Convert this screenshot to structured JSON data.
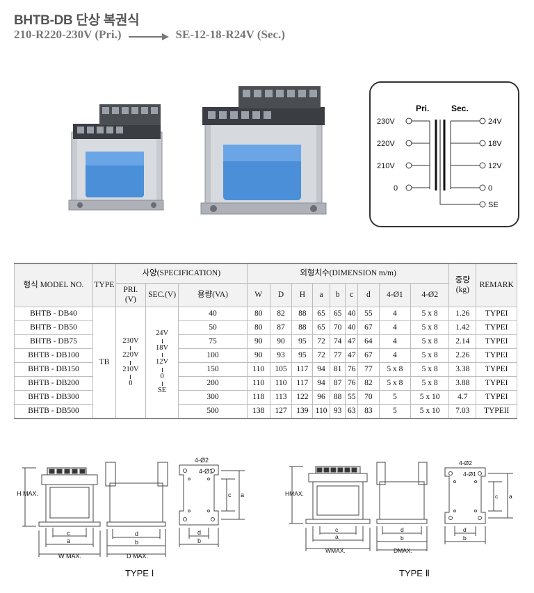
{
  "header": {
    "title": "BHTB-DB 단상 복권식",
    "primary": "210-R220-230V (Pri.)",
    "secondary": "SE-12-18-R24V (Sec.)"
  },
  "schematic": {
    "pri_label": "Pri.",
    "sec_label": "Sec.",
    "primary_taps": [
      "230V",
      "220V",
      "210V",
      "0"
    ],
    "secondary_taps": [
      "24V",
      "18V",
      "12V",
      "0",
      "SE"
    ]
  },
  "table": {
    "headers": {
      "model": "형식 MODEL NO.",
      "type": "TYPE",
      "spec": "사양(SPECIFICATION)",
      "dimension": "외형치수(DIMENSION m/m)",
      "weight": "중량\n(kg)",
      "remark": "REMARK",
      "pri": "PRI.\n(V)",
      "sec": "SEC.(V)",
      "capacity": "용량(VA)",
      "w": "W",
      "d_cap": "D",
      "h": "H",
      "a": "a",
      "b": "b",
      "c": "c",
      "d": "d",
      "phi1": "4-Ø1",
      "phi2": "4-Ø2"
    },
    "type_value": "TB",
    "pri_values": [
      "230V",
      "220V",
      "210V",
      "0"
    ],
    "sec_values": [
      "24V",
      "18V",
      "12V",
      "0",
      "SE"
    ],
    "rows": [
      {
        "model": "BHTB - DB40",
        "va": "40",
        "W": "80",
        "D": "82",
        "H": "88",
        "a": "65",
        "b": "65",
        "c": "40",
        "d": "55",
        "p1": "4",
        "p2": "5 x 8",
        "kg": "1.26",
        "remark": "TYPEI"
      },
      {
        "model": "BHTB - DB50",
        "va": "50",
        "W": "80",
        "D": "87",
        "H": "88",
        "a": "65",
        "b": "70",
        "c": "40",
        "d": "67",
        "p1": "4",
        "p2": "5 x 8",
        "kg": "1.42",
        "remark": "TYPEI"
      },
      {
        "model": "BHTB - DB75",
        "va": "75",
        "W": "90",
        "D": "90",
        "H": "95",
        "a": "72",
        "b": "74",
        "c": "47",
        "d": "64",
        "p1": "4",
        "p2": "5 x 8",
        "kg": "2.14",
        "remark": "TYPEI"
      },
      {
        "model": "BHTB - DB100",
        "va": "100",
        "W": "90",
        "D": "93",
        "H": "95",
        "a": "72",
        "b": "77",
        "c": "47",
        "d": "67",
        "p1": "4",
        "p2": "5 x 8",
        "kg": "2.26",
        "remark": "TYPEI"
      },
      {
        "model": "BHTB - DB150",
        "va": "150",
        "W": "110",
        "D": "105",
        "H": "117",
        "a": "94",
        "b": "81",
        "c": "76",
        "d": "77",
        "p1": "5 x 8",
        "p2": "5 x 8",
        "kg": "3.38",
        "remark": "TYPEI"
      },
      {
        "model": "BHTB - DB200",
        "va": "200",
        "W": "110",
        "D": "110",
        "H": "117",
        "a": "94",
        "b": "87",
        "c": "76",
        "d": "82",
        "p1": "5 x 8",
        "p2": "5 x 8",
        "kg": "3.88",
        "remark": "TYPEI"
      },
      {
        "model": "BHTB - DB300",
        "va": "300",
        "W": "118",
        "D": "113",
        "H": "122",
        "a": "96",
        "b": "88",
        "c": "55",
        "d": "70",
        "p1": "5",
        "p2": "5 x 10",
        "kg": "4.7",
        "remark": "TYPEI"
      },
      {
        "model": "BHTB - DB500",
        "va": "500",
        "W": "138",
        "D": "127",
        "H": "139",
        "a": "110",
        "b": "93",
        "c": "63",
        "d": "83",
        "p1": "5",
        "p2": "5 x 10",
        "kg": "7.03",
        "remark": "TYPEII"
      }
    ]
  },
  "drawings": {
    "type1": {
      "label": "TYPE  Ⅰ",
      "h_max": "H MAX.",
      "w_max": "W MAX.",
      "d_max": "D MAX.",
      "c": "c",
      "a": "a",
      "b": "b",
      "d": "d",
      "phi2": "4-Ø2",
      "phi1": "4-Ø1"
    },
    "type2": {
      "label": "TYPE  Ⅱ",
      "h_max": "HMAX.",
      "w_max": "WMAX.",
      "d_max": "DMAX.",
      "c": "c",
      "a": "a",
      "b": "b",
      "d": "d",
      "phi2": "4-Ø2",
      "phi1": "4-Ø1"
    }
  },
  "colors": {
    "coil_blue": "#4a8fd8",
    "frame_gray": "#b8bcc2",
    "terminal_dark": "#3a3d42"
  }
}
